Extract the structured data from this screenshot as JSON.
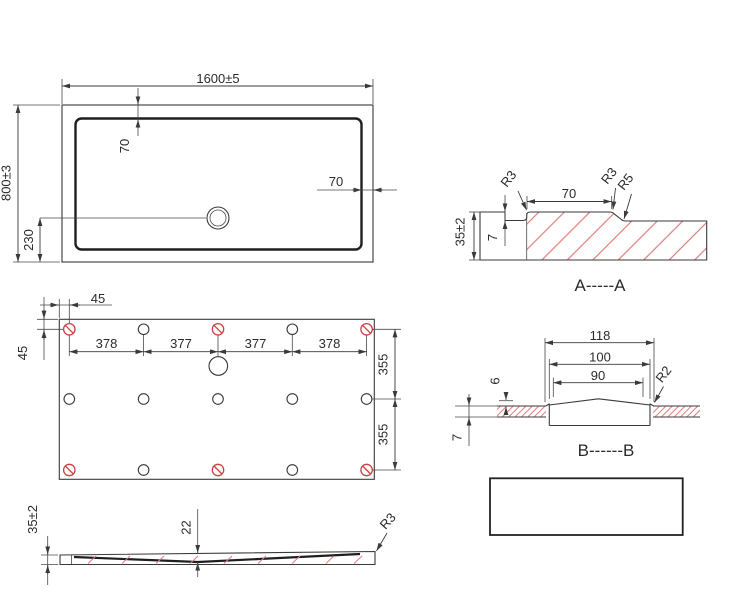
{
  "top_view": {
    "width_dim": "1600±5",
    "height_dim": "800±3",
    "rim_top_dim": "70",
    "rim_right_dim": "70",
    "drain_offset_dim": "230"
  },
  "bottom_view": {
    "edge_top_dim": "45",
    "edge_left_dim": "45",
    "col_spacings": [
      "378",
      "377",
      "377",
      "378"
    ],
    "row_spacings": [
      "355",
      "355"
    ]
  },
  "section_aa": {
    "label": "A-----A",
    "height_dim": "35±2",
    "groove_depth_dim": "7",
    "ledge_width_dim": "70",
    "fillet_left": "R3",
    "fillet_step_top": "R3",
    "fillet_step_bottom": "R5"
  },
  "section_bb": {
    "label": "B------B",
    "recess_outer_dim": "118",
    "recess_mid_dim": "100",
    "recess_inner_dim": "90",
    "fillet": "R2",
    "lip_dim": "6",
    "panel_thickness_dim": "7"
  },
  "side_view": {
    "height_dim": "35±2",
    "center_depth_dim": "22",
    "corner_radius": "R3"
  },
  "colors": {
    "line": "#3a3a3a",
    "hatch": "#e07d7d",
    "hole_mark": "#cc4242"
  }
}
